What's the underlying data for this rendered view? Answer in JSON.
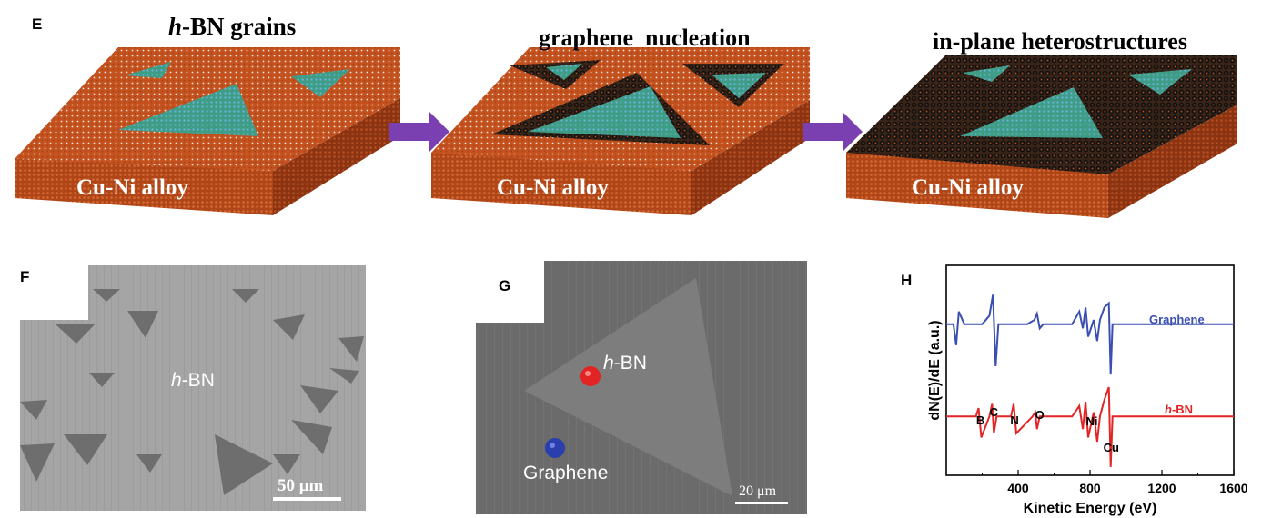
{
  "panels": {
    "E": {
      "letter": "E",
      "steps": [
        {
          "title_italic": "h",
          "title_rest": "-BN grains",
          "substrate_label": "Cu-Ni alloy"
        },
        {
          "title": "graphene  nucleation",
          "substrate_label": "Cu-Ni alloy"
        },
        {
          "title": "in-plane heterostructures",
          "substrate_label": "Cu-Ni alloy"
        }
      ]
    },
    "F": {
      "letter": "F",
      "label_italic": "h",
      "label_rest": "-BN",
      "scale_bar": "50 μm"
    },
    "G": {
      "letter": "G",
      "label_hbn_italic": "h",
      "label_hbn_rest": "-BN",
      "label_graphene": "Graphene",
      "scale_bar": "20 μm"
    },
    "H": {
      "letter": "H"
    }
  },
  "colors": {
    "copper": "#c4521f",
    "copper_dark": "#8a3414",
    "hbn": "#4aa58f",
    "graphene": "#222222",
    "arrow": "#7a3fb0",
    "sem_light": "#a7a7a7",
    "sem_dark": "#6e6e6e",
    "graphene_curve": "#3a4fb0",
    "hbn_curve": "#e22424"
  },
  "chart_data": {
    "type": "line",
    "title": "",
    "xlabel": "Kinetic Energy (eV)",
    "ylabel": "dN(E)/dE (a.u.)",
    "xlim": [
      0,
      1600
    ],
    "xticks": [
      "400",
      "800",
      "1200",
      "1600"
    ],
    "series": [
      {
        "name": "Graphene",
        "x": [
          0,
          40,
          55,
          70,
          100,
          200,
          240,
          260,
          275,
          290,
          320,
          450,
          490,
          505,
          520,
          540,
          700,
          740,
          760,
          775,
          790,
          820,
          840,
          855,
          880,
          905,
          915,
          925,
          940,
          1000,
          1600
        ],
        "y": [
          0.72,
          0.72,
          0.62,
          0.78,
          0.72,
          0.72,
          0.76,
          0.86,
          0.52,
          0.72,
          0.72,
          0.72,
          0.74,
          0.77,
          0.7,
          0.72,
          0.72,
          0.78,
          0.7,
          0.8,
          0.66,
          0.74,
          0.64,
          0.74,
          0.8,
          0.82,
          0.48,
          0.72,
          0.72,
          0.72,
          0.72
        ]
      },
      {
        "name": "h-BN",
        "x": [
          0,
          100,
          165,
          180,
          195,
          240,
          255,
          265,
          280,
          360,
          375,
          390,
          480,
          495,
          505,
          520,
          700,
          740,
          760,
          775,
          790,
          820,
          840,
          855,
          880,
          905,
          915,
          925,
          940,
          1000,
          1600
        ],
        "y": [
          0.28,
          0.28,
          0.28,
          0.32,
          0.18,
          0.28,
          0.34,
          0.2,
          0.28,
          0.28,
          0.34,
          0.2,
          0.28,
          0.3,
          0.22,
          0.28,
          0.28,
          0.33,
          0.22,
          0.35,
          0.18,
          0.3,
          0.16,
          0.28,
          0.36,
          0.42,
          0.04,
          0.28,
          0.28,
          0.28,
          0.28
        ]
      }
    ],
    "annotations": [
      "B",
      "C",
      "N",
      "O",
      "Ni",
      "Cu"
    ],
    "annotation_x": [
      190,
      265,
      380,
      520,
      810,
      918
    ],
    "legend_labels": [
      "Graphene",
      "h-BN"
    ],
    "grid": false
  }
}
